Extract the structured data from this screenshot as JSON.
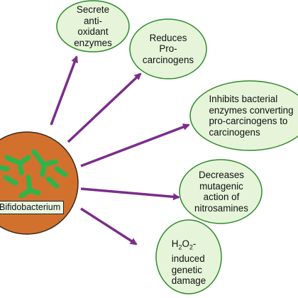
{
  "organism": {
    "label": "Bifidobacterium",
    "fill_color": "#d2712d",
    "rod_color": "#2fb44a"
  },
  "effects": [
    {
      "id": "antioxidant",
      "text": "Secrete\nanti-\noxidant\nenzymes"
    },
    {
      "id": "procarcinogens",
      "text": "Reduces\nPro-\ncarcinogens"
    },
    {
      "id": "bacterial-enzymes",
      "text": "Inhibits bacterial\nenzymes converting\npro-carcinogens to\ncarcinogens"
    },
    {
      "id": "nitrosamines",
      "text": "Decreases\nmutagenic\naction of\nnitrosamines"
    },
    {
      "id": "h2o2",
      "text_parts": [
        "H",
        "2",
        "O",
        "2",
        "-\ninduced\ngenetic\ndamage"
      ]
    }
  ],
  "colors": {
    "bubble_fill": "#e6f5da",
    "bubble_stroke": "#2e8a2a",
    "arrow": "#7b2d8b"
  }
}
